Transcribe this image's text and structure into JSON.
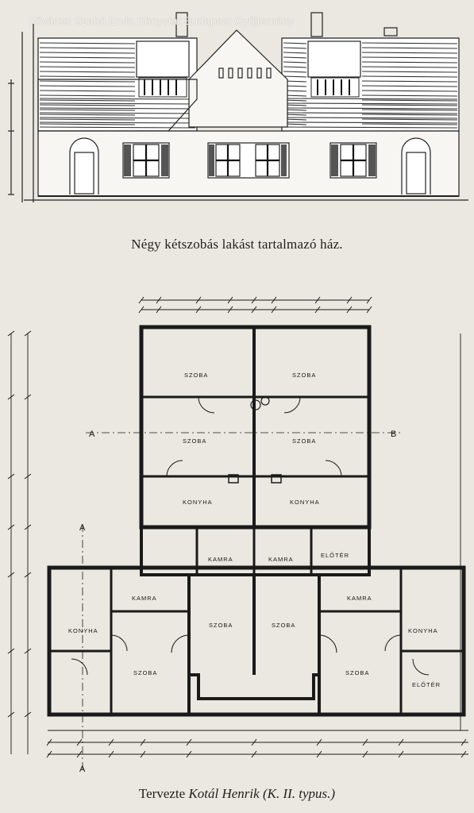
{
  "watermark": "Fővárosi Szabó Ervin Könyvtár Budapest Gyűjtemény",
  "elevation": {
    "caption": "Négy kétszobás lakást tartalmazó ház."
  },
  "plan": {
    "rooms": {
      "szoba_nw": "SZOBA",
      "szoba_ne": "SZOBA",
      "szoba_w2": "SZOBA",
      "szoba_e2": "SZOBA",
      "konyha_w": "KONYHA",
      "konyha_e": "KONYHA",
      "kamra_w": "KAMRA",
      "kamra_e": "KAMRA",
      "eloter_n": "ELŐTÉR",
      "kamra_sw": "KAMRA",
      "kamra_se": "KAMRA",
      "konyha_sw": "KONYHA",
      "konyha_se": "KONYHA",
      "szoba_sw": "SZOBA",
      "szoba_se": "SZOBA",
      "szoba_cw": "SZOBA",
      "szoba_ce": "SZOBA",
      "eloter_se": "ELŐTÉR"
    },
    "section_a_left": "A",
    "section_b_right": "B",
    "section_a_top": "A",
    "section_a_bottom": "A"
  },
  "credit": {
    "prefix": "Tervezte ",
    "architect": "Kotál Henrik",
    "type": "(K. II. typus.)"
  }
}
